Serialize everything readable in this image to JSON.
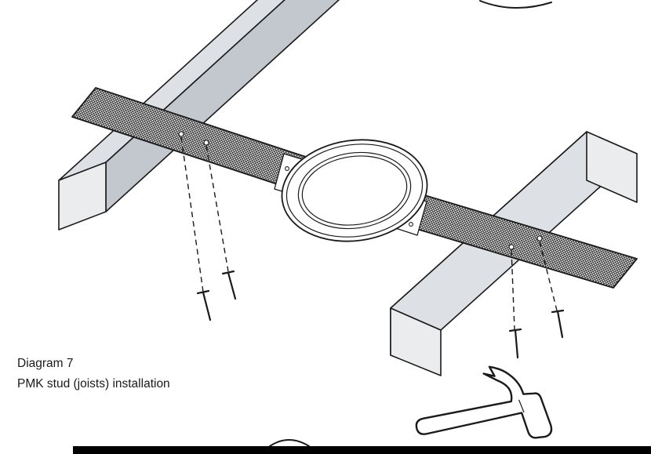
{
  "caption": {
    "line1": "Diagram 7",
    "line2": "PMK stud (joists) installation"
  },
  "colors": {
    "line": "#1a1a1a",
    "page_bg": "#ffffff",
    "joist_top": "#dde1e5",
    "joist_side": "#c3c8ce",
    "joist_end": "#eaecee",
    "footer_bar": "#000000"
  },
  "figure": {
    "type": "technical-illustration",
    "parts": {
      "joist_left": "joist (rear left)",
      "joist_right": "joist (front right)",
      "bracket_left": "PMK mesh mounting wing (left)",
      "bracket_right": "PMK mesh mounting wing (right)",
      "ring": "speaker mounting ring",
      "nails": "fixing nails with guide lines",
      "hammer": "hammer"
    }
  }
}
